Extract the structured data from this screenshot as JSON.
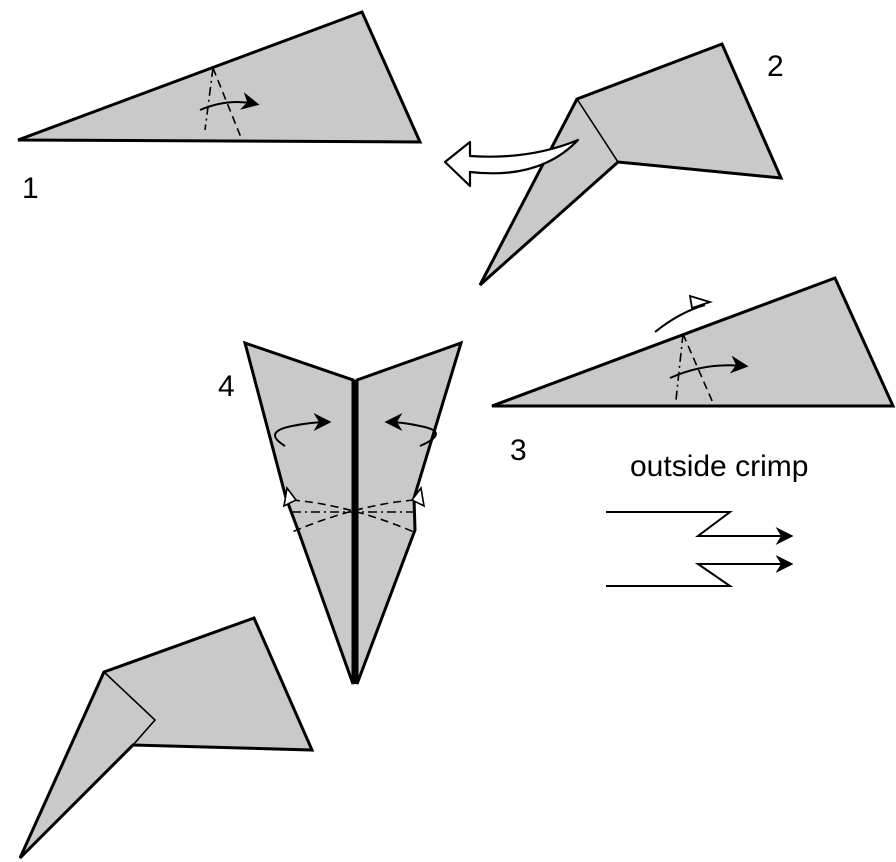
{
  "steps": [
    {
      "number": "1"
    },
    {
      "number": "2"
    },
    {
      "number": "3"
    },
    {
      "number": "4"
    }
  ],
  "legend": {
    "title": "outside crimp"
  },
  "colors": {
    "paper": "#c9c9c9",
    "line": "#000000",
    "background": "#ffffff"
  }
}
